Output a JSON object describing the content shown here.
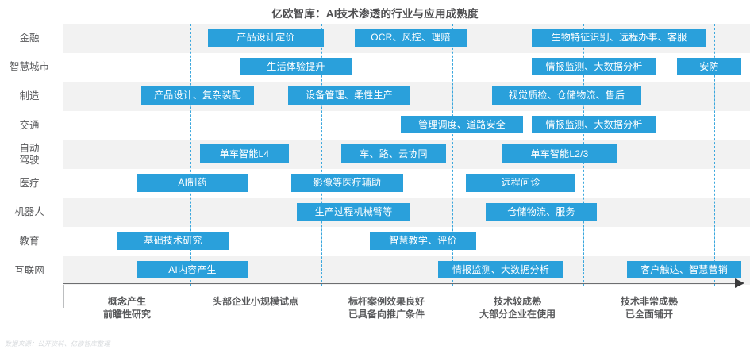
{
  "chart_data": {
    "type": "bar",
    "title": "亿欧智库：AI技术渗透的行业与应用成熟度",
    "xlabel": "",
    "ylabel": "",
    "grid": false,
    "legend": "none",
    "source_note": "数据来源：公开资料、亿欧智库整理",
    "accent_color": "#2aa0db",
    "band_shaded_color": "#f2f2f2",
    "band_plain_color": "#ffffff",
    "divider_color": "#3aa7dd",
    "stage_axis": {
      "stages": [
        {
          "label_lines": [
            "概念产生",
            "前瞻性研究"
          ],
          "center_x": 160
        },
        {
          "label_lines": [
            "头部企业小规模试点"
          ],
          "center_x": 322
        },
        {
          "label_lines": [
            "标杆案例效果良好",
            "已具备向推广条件"
          ],
          "center_x": 487
        },
        {
          "label_lines": [
            "技术较成熟",
            "大部分企业在使用"
          ],
          "center_x": 652
        },
        {
          "label_lines": [
            "技术非常成熟",
            "已全面铺开"
          ],
          "center_x": 818
        }
      ],
      "divider_positions": [
        240,
        405,
        570,
        735,
        900
      ]
    },
    "categories": [
      {
        "label_lines": [
          "金融"
        ],
        "shaded": true
      },
      {
        "label_lines": [
          "智慧城市"
        ],
        "shaded": false
      },
      {
        "label_lines": [
          "制造"
        ],
        "shaded": true
      },
      {
        "label_lines": [
          "交通"
        ],
        "shaded": false
      },
      {
        "label_lines": [
          "自动",
          "驾驶"
        ],
        "shaded": true
      },
      {
        "label_lines": [
          "医疗"
        ],
        "shaded": false
      },
      {
        "label_lines": [
          "机器人"
        ],
        "shaded": true
      },
      {
        "label_lines": [
          "教育"
        ],
        "shaded": false
      },
      {
        "label_lines": [
          "互联网"
        ],
        "shaded": true
      }
    ],
    "series": [
      {
        "name": "金融",
        "row": 0,
        "items": [
          {
            "label": "产品设计定价",
            "x_start": 262,
            "x_end": 408
          },
          {
            "label": "OCR、风控、理赔",
            "x_start": 447,
            "x_end": 588
          },
          {
            "label": "生物特征识别、远程办事、客服",
            "x_start": 670,
            "x_end": 890
          }
        ]
      },
      {
        "name": "智慧城市",
        "row": 1,
        "items": [
          {
            "label": "生活体验提升",
            "x_start": 303,
            "x_end": 443
          },
          {
            "label": "情报监测、大数据分析",
            "x_start": 670,
            "x_end": 827
          },
          {
            "label": "安防",
            "x_start": 853,
            "x_end": 934
          }
        ]
      },
      {
        "name": "制造",
        "row": 2,
        "items": [
          {
            "label": "产品设计、复杂装配",
            "x_start": 178,
            "x_end": 320
          },
          {
            "label": "设备管理、柔性生产",
            "x_start": 363,
            "x_end": 517
          },
          {
            "label": "视觉质检、仓储物流、售后",
            "x_start": 620,
            "x_end": 808
          }
        ]
      },
      {
        "name": "交通",
        "row": 3,
        "items": [
          {
            "label": "管理调度、道路安全",
            "x_start": 505,
            "x_end": 659
          },
          {
            "label": "情报监测、大数据分析",
            "x_start": 670,
            "x_end": 827
          }
        ]
      },
      {
        "name": "自动驾驶",
        "row": 4,
        "items": [
          {
            "label": "单车智能L4",
            "x_start": 252,
            "x_end": 364
          },
          {
            "label": "车、路、云协同",
            "x_start": 430,
            "x_end": 562
          },
          {
            "label": "单车智能L2/3",
            "x_start": 633,
            "x_end": 777
          }
        ]
      },
      {
        "name": "医疗",
        "row": 5,
        "items": [
          {
            "label": "AI制药",
            "x_start": 172,
            "x_end": 313
          },
          {
            "label": "影像等医疗辅助",
            "x_start": 367,
            "x_end": 508
          },
          {
            "label": "远程问诊",
            "x_start": 587,
            "x_end": 725
          }
        ]
      },
      {
        "name": "机器人",
        "row": 6,
        "items": [
          {
            "label": "生产过程机械臂等",
            "x_start": 374,
            "x_end": 517
          },
          {
            "label": "仓储物流、服务",
            "x_start": 612,
            "x_end": 752
          }
        ]
      },
      {
        "name": "教育",
        "row": 7,
        "items": [
          {
            "label": "基础技术研究",
            "x_start": 148,
            "x_end": 288
          },
          {
            "label": "智慧教学、评价",
            "x_start": 466,
            "x_end": 600
          }
        ]
      },
      {
        "name": "互联网",
        "row": 8,
        "items": [
          {
            "label": "AI内容产生",
            "x_start": 172,
            "x_end": 313
          },
          {
            "label": "情报监测、大数据分析",
            "x_start": 552,
            "x_end": 710
          },
          {
            "label": "客户触达、智慧营销",
            "x_start": 790,
            "x_end": 934
          }
        ]
      }
    ]
  }
}
